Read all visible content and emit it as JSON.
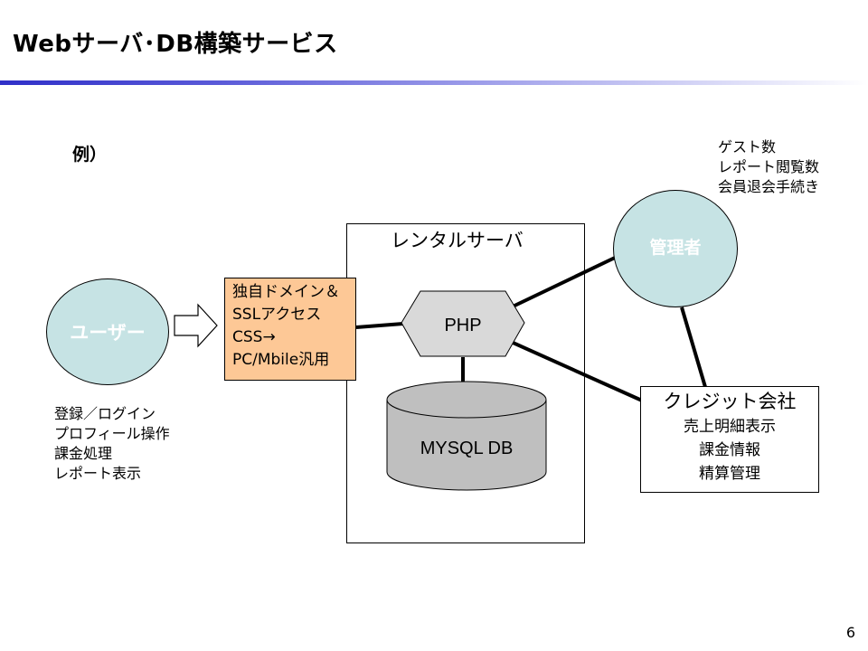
{
  "title": "Webサーバ･DB構築サービス",
  "example_label": "例）",
  "admin_notes": [
    "ゲスト数",
    "レポート閲覧数",
    "会員退会手続き"
  ],
  "user_notes": [
    "登録／ログイン",
    "プロフィール操作",
    "課金処理",
    "レポート表示"
  ],
  "rental_server_label": "レンタルサーバ",
  "user_label": "ユーザー",
  "admin_label": "管理者",
  "feature_lines": [
    "独自ドメイン＆",
    "SSLアクセス",
    "CSS→",
    "PC/Mbile汎用"
  ],
  "php_label": "PHP",
  "db_label": "MYSQL DB",
  "credit": {
    "title": "クレジット会社",
    "lines": [
      "売上明細表示",
      "課金情報",
      "精算管理"
    ]
  },
  "colors": {
    "circle_fill": "#c6e3e4",
    "feature_fill": "#fdc896",
    "php_fill": "#d9d9d9",
    "db_fill": "#bfbfbf"
  },
  "page_number": "6"
}
